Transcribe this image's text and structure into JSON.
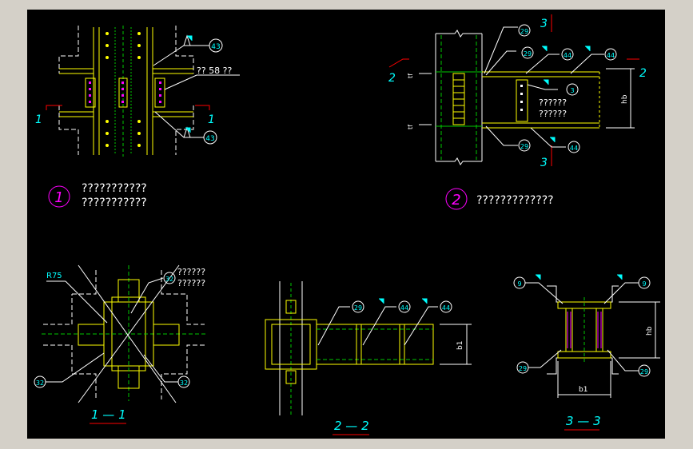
{
  "detail1": {
    "number": "1",
    "title_line1": "???????????",
    "title_line2": "???????????",
    "leader_label": "?? 58 ??",
    "callout_top": "43",
    "callout_bottom": "43",
    "section_left": "1",
    "section_right": "1"
  },
  "detail2": {
    "number": "2",
    "title": "?????????????",
    "callout_29a": "29",
    "callout_29b": "29",
    "callout_29c": "29",
    "callout_44a": "44",
    "callout_44b": "44",
    "callout_44c": "44",
    "callout_3": "3",
    "note_line1": "??????",
    "note_line2": "??????",
    "section_top": "3",
    "section_bottom": "3",
    "section_left": "2",
    "section_right": "2",
    "dim_tf_top": "tf",
    "dim_tf_bottom": "tf",
    "dim_hb": "hb"
  },
  "section11": {
    "title": "1 — 1",
    "radius_label": "R75",
    "callout_32a": "32",
    "callout_32b": "32",
    "callout_32c": "32",
    "note_line1": "??????",
    "note_line2": "??????"
  },
  "section22": {
    "title": "2 — 2",
    "callout_29": "29",
    "callout_44a": "44",
    "callout_44b": "44",
    "dim_b1": "b1"
  },
  "section33": {
    "title": "3 — 3",
    "callout_9a": "9",
    "callout_9b": "9",
    "callout_29a": "29",
    "callout_29b": "29",
    "dim_hb": "hb",
    "dim_b1": "b1"
  },
  "colors": {
    "background": "#000000",
    "frame": "#d4d0c8",
    "yellow": "#ffff00",
    "green": "#00c800",
    "white": "#ffffff",
    "cyan": "#00ffff",
    "magenta": "#ff00ff",
    "red": "#ff0000"
  }
}
